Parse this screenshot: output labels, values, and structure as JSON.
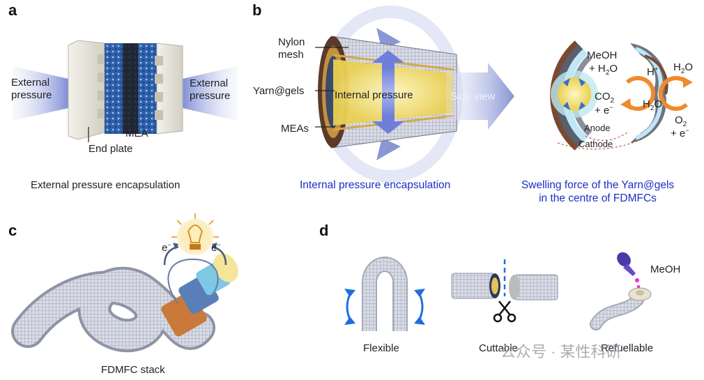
{
  "panels": {
    "a": {
      "label": "a",
      "external_pressure_left": [
        "External",
        "pressure"
      ],
      "external_pressure_right": [
        "External",
        "pressure"
      ],
      "mea": "MEA",
      "end_plate": "End plate",
      "caption": "External pressure encapsulation"
    },
    "b": {
      "label": "b",
      "nylon_mesh": [
        "Nylon",
        "mesh"
      ],
      "yarn_gels": "Yarn@gels",
      "meas": "MEAs",
      "internal_pressure": "Internal pressure",
      "side_view": "Side view",
      "caption_left": "Internal pressure encapsulation",
      "caption_right": [
        "Swelling force of the Yarn@gels",
        "in the centre of FDMFCs"
      ],
      "reaction": {
        "meoh": "MeOH",
        "plus_h2o": "+ H",
        "h_plus": "H",
        "h2o_top": "H",
        "co2": "CO",
        "plus_e": "+ e",
        "h2o_mid": "H",
        "o2": "O",
        "plus_e_right": "+ e",
        "anode": "Anode",
        "cathode": "Cathode"
      }
    },
    "c": {
      "label": "c",
      "e_left": "e",
      "e_right": "e",
      "caption": "FDMFC stack"
    },
    "d": {
      "label": "d",
      "flexible": "Flexible",
      "cuttable": "Cuttable",
      "refuellable": "Refuellable",
      "meoh": "MeOH"
    }
  },
  "watermark": "公众号 · 某性科研",
  "colors": {
    "caption_blue": "#1a2fc4",
    "arrow_blue": "#7f8fd6",
    "orange": "#f08a2c",
    "gel_yellow": "#f2e07a"
  }
}
